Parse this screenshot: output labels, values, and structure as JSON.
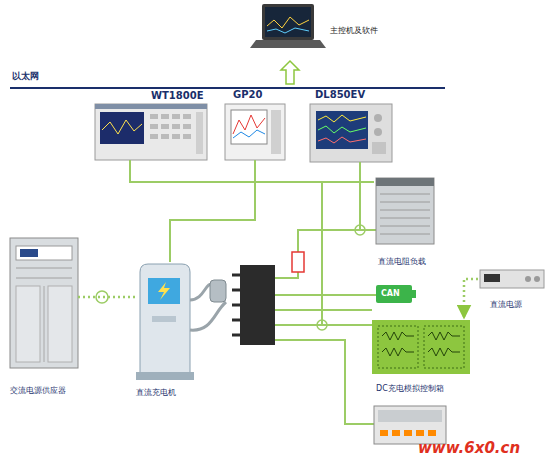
{
  "diagram": {
    "nodes": [
      {
        "text": [
          "主控机及软件"
        ]
      },
      {
        "text": [
          "WT1800E"
        ]
      },
      {
        "text": [
          "GP20"
        ]
      },
      {
        "text": [
          "DL850EV"
        ]
      },
      {
        "text": [
          "交流电源供应器"
        ]
      },
      {
        "text": [
          "直流充电机"
        ]
      },
      {
        "text": [
          "直流电阻负载"
        ]
      },
      {
        "text": [
          "CAN"
        ]
      },
      {
        "text": [
          "直流电源"
        ]
      },
      {
        "text": [
          "DC充电模拟控制箱"
        ]
      }
    ],
    "edges": [
      {
        "from": 4,
        "to": 5,
        "arrow": "none"
      },
      {
        "from": 8,
        "to": 9,
        "arrow": "to"
      },
      {
        "from": 1,
        "to": 6,
        "arrow": "none"
      },
      {
        "from": 2,
        "to": 5,
        "arrow": "none"
      }
    ],
    "labels": [
      "以太网",
      "www.6x0.cn"
    ]
  }
}
